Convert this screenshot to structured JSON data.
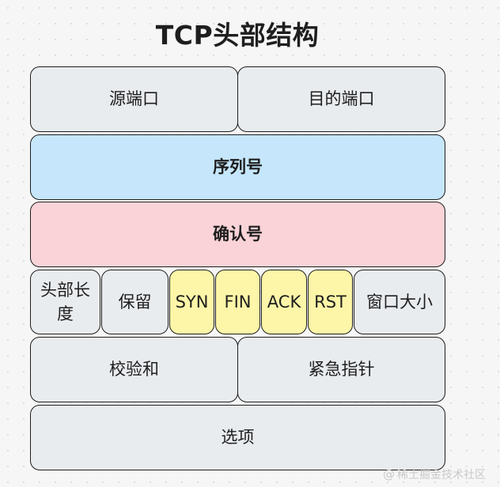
{
  "title": "TCP头部结构",
  "colors": {
    "gray": "#e9ecef",
    "blue": "#c5e6fb",
    "pink": "#f9d3d8",
    "yellow": "#fdf6a8",
    "border": "#1e1e1e"
  },
  "fields": {
    "source_port": "源端口",
    "dest_port": "目的端口",
    "sequence_number": "序列号",
    "ack_number": "确认号",
    "header_length_line1": "头部长",
    "header_length_line2": "度",
    "reserved": "保留",
    "flag_syn": "SYN",
    "flag_fin": "FIN",
    "flag_ack": "ACK",
    "flag_rst": "RST",
    "window_size": "窗口大小",
    "checksum": "校验和",
    "urgent_pointer": "紧急指针",
    "options": "选项"
  },
  "watermark": {
    "icon": "at-icon",
    "text": "稀土掘金技术社区"
  }
}
